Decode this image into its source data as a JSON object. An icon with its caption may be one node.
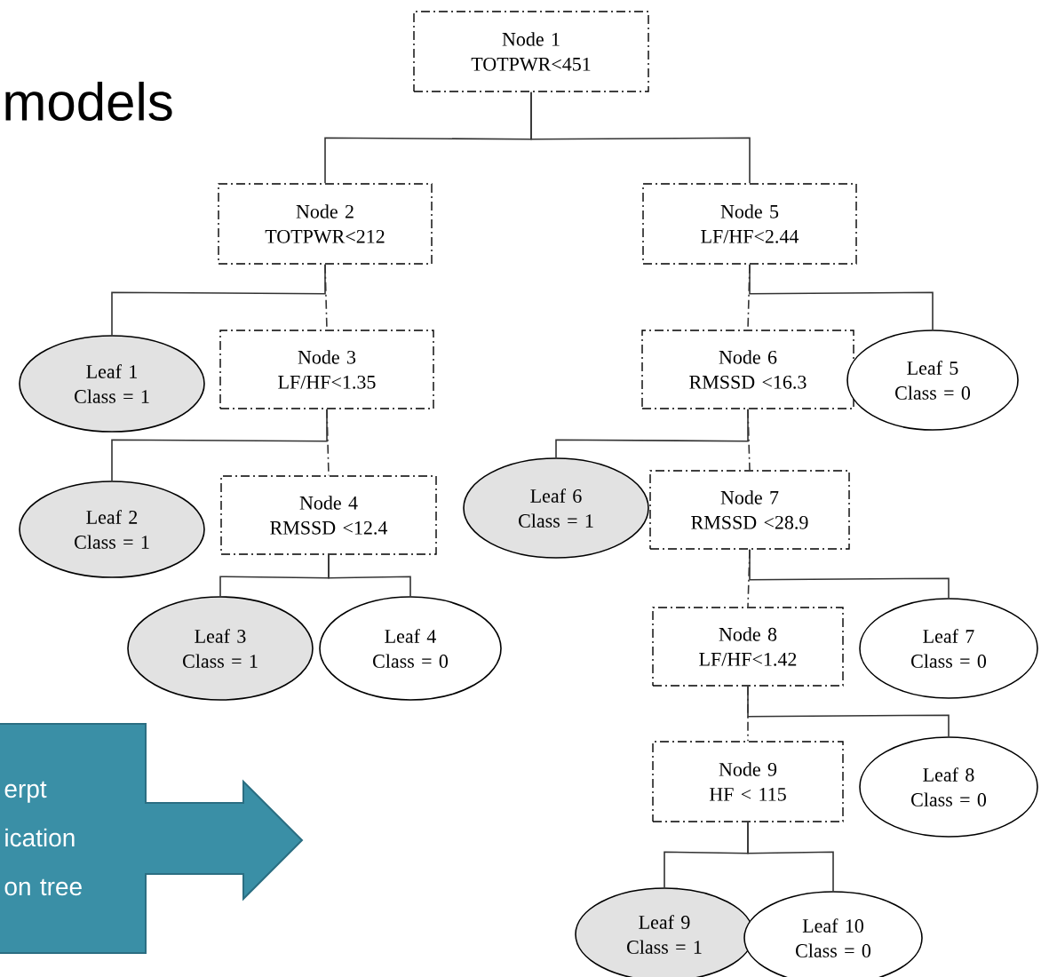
{
  "diagram": {
    "title": "models",
    "nodes": [
      {
        "text": [
          "Node 1",
          "TOTPWR<451"
        ]
      },
      {
        "text": [
          "Node 2",
          "TOTPWR<212"
        ]
      },
      {
        "text": [
          "Node 5",
          "LF/HF<2.44"
        ]
      },
      {
        "text": [
          "Leaf 1",
          "Class = 1"
        ]
      },
      {
        "text": [
          "Node 3",
          "LF/HF<1.35"
        ]
      },
      {
        "text": [
          "Node 6",
          "RMSSD <16.3"
        ]
      },
      {
        "text": [
          "Leaf 5",
          "Class = 0"
        ]
      },
      {
        "text": [
          "Leaf 2",
          "Class = 1"
        ]
      },
      {
        "text": [
          "Node 4",
          "RMSSD <12.4"
        ]
      },
      {
        "text": [
          "Leaf 6",
          "Class = 1"
        ]
      },
      {
        "text": [
          "Node 7",
          "RMSSD <28.9"
        ]
      },
      {
        "text": [
          "Leaf 3",
          "Class = 1"
        ]
      },
      {
        "text": [
          "Leaf 4",
          "Class = 0"
        ]
      },
      {
        "text": [
          "Node 8",
          "LF/HF<1.42"
        ]
      },
      {
        "text": [
          "Leaf 7",
          "Class = 0"
        ]
      },
      {
        "text": [
          "Node 9",
          "HF < 115"
        ]
      },
      {
        "text": [
          "Leaf 8",
          "Class = 0"
        ]
      },
      {
        "text": [
          "erpt ication on tree"
        ]
      },
      {
        "text": [
          "Leaf 9",
          "Class = 1"
        ]
      },
      {
        "text": [
          "Leaf 10",
          "Class = 0"
        ]
      }
    ],
    "edges": [
      {
        "from": 0,
        "to": 1,
        "arrow": "none"
      },
      {
        "from": 0,
        "to": 2,
        "arrow": "none"
      },
      {
        "from": 1,
        "to": 3,
        "arrow": "none"
      },
      {
        "from": 1,
        "to": 4,
        "arrow": "none",
        "style": "dashed"
      },
      {
        "from": 2,
        "to": 5,
        "arrow": "none",
        "style": "dashed"
      },
      {
        "from": 2,
        "to": 6,
        "arrow": "none"
      },
      {
        "from": 4,
        "to": 7,
        "arrow": "none"
      },
      {
        "from": 4,
        "to": 8,
        "arrow": "none",
        "style": "dashed"
      },
      {
        "from": 5,
        "to": 9,
        "arrow": "none"
      },
      {
        "from": 5,
        "to": 10,
        "arrow": "none",
        "style": "dashed"
      },
      {
        "from": 8,
        "to": 11,
        "arrow": "none"
      },
      {
        "from": 8,
        "to": 12,
        "arrow": "none"
      },
      {
        "from": 10,
        "to": 13,
        "arrow": "none",
        "style": "dashed"
      },
      {
        "from": 10,
        "to": 14,
        "arrow": "none"
      },
      {
        "from": 13,
        "to": 15,
        "arrow": "none",
        "style": "dashed"
      },
      {
        "from": 13,
        "to": 16,
        "arrow": "none"
      },
      {
        "from": 15,
        "to": 18,
        "arrow": "none"
      },
      {
        "from": 15,
        "to": 19,
        "arrow": "none"
      }
    ]
  }
}
